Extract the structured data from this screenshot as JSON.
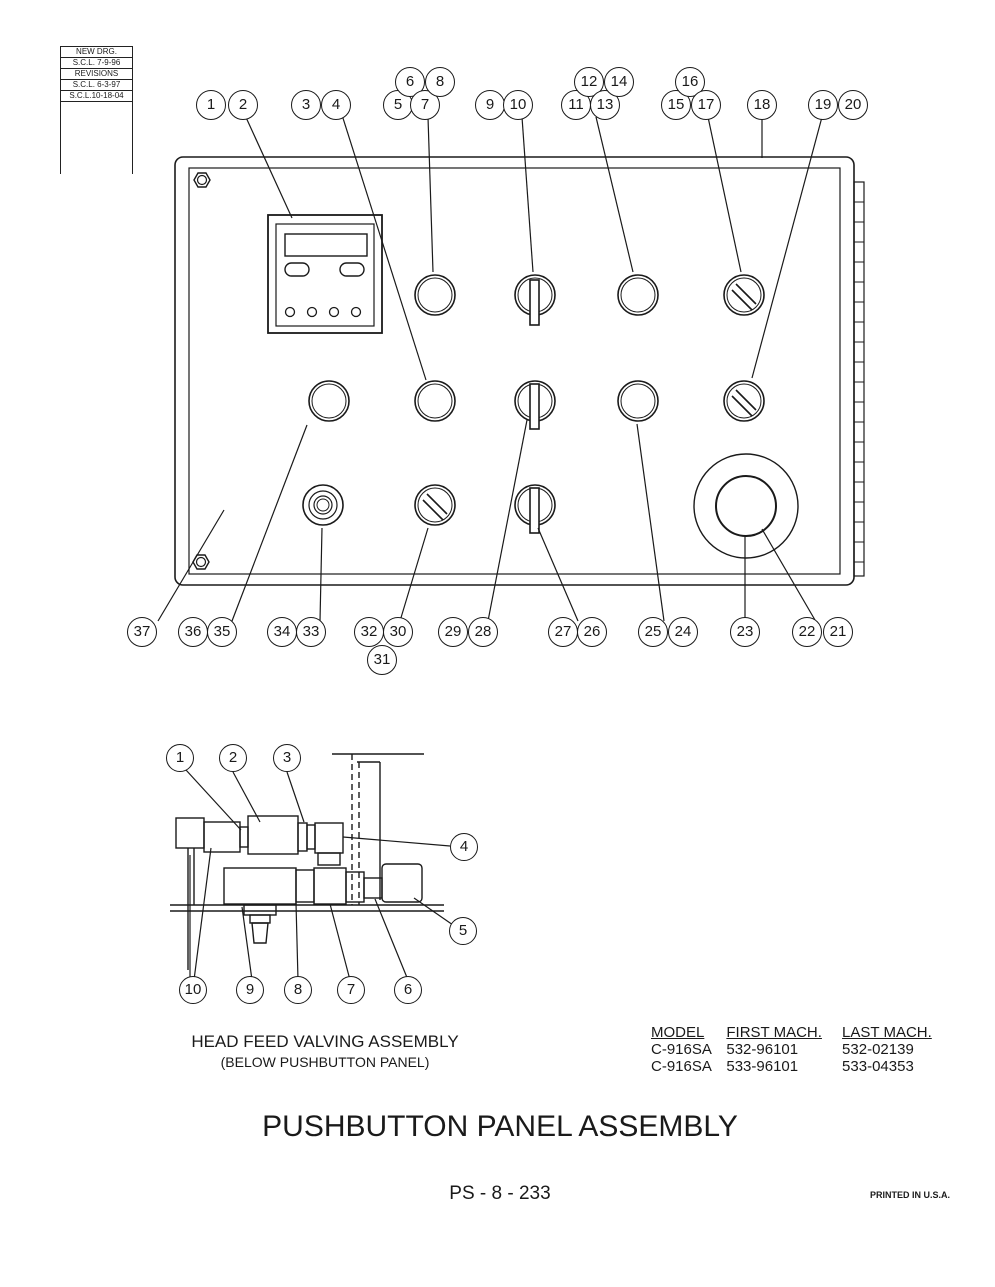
{
  "revisions": {
    "rows": [
      "NEW DRG.",
      "S.C.L. 7-9-96",
      "REVISIONS",
      "S.C.L. 6-3-97",
      "S.C.L.10-18-04"
    ]
  },
  "callouts": {
    "top": [
      "1",
      "2",
      "3",
      "4",
      "5",
      "6",
      "7",
      "8",
      "9",
      "10",
      "11",
      "12",
      "13",
      "14",
      "15",
      "16",
      "17",
      "18",
      "19",
      "20"
    ],
    "bottom": [
      "37",
      "36",
      "35",
      "34",
      "33",
      "32",
      "31",
      "30",
      "29",
      "28",
      "27",
      "26",
      "25",
      "24",
      "23",
      "22",
      "21"
    ],
    "valving": [
      "1",
      "2",
      "3",
      "4",
      "5",
      "6",
      "7",
      "8",
      "9",
      "10"
    ]
  },
  "captions": {
    "valving_title": "HEAD FEED VALVING ASSEMBLY",
    "valving_subtitle": "(BELOW PUSHBUTTON PANEL)",
    "main_title": "PUSHBUTTON PANEL ASSEMBLY",
    "page_number": "PS - 8 - 233",
    "printed": "PRINTED IN U.S.A."
  },
  "model_table": {
    "headers": [
      "MODEL",
      "FIRST MACH.",
      "LAST MACH."
    ],
    "rows": [
      [
        "C-916SA",
        "532-96101",
        "532-02139"
      ],
      [
        "C-916SA",
        "533-96101",
        "533-04353"
      ]
    ]
  },
  "colors": {
    "ink": "#1a1a1a",
    "paper": "#ffffff"
  }
}
